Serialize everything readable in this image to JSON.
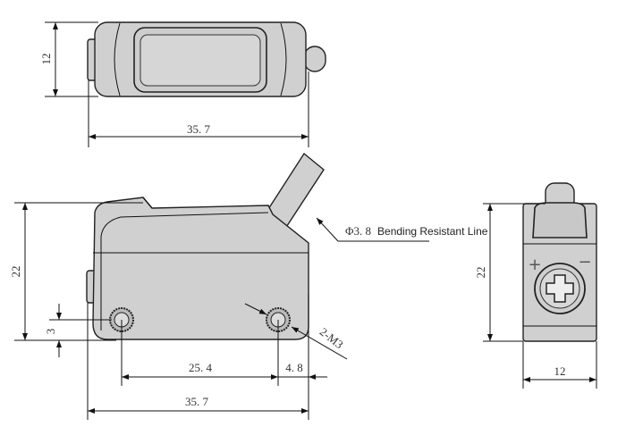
{
  "top_view": {
    "height_dim": "12",
    "length_dim": "35. 7"
  },
  "front_view": {
    "height_dim": "22",
    "hole_offset_dim": "3",
    "hole_spacing_dim": "25. 4",
    "edge_dim": "4. 8",
    "length_dim": "35. 7",
    "cable_label_prefix": "Φ3. 8",
    "cable_label": "Bending Resistant Line",
    "mount_label": "2-M3"
  },
  "side_view": {
    "height_dim": "22",
    "width_dim": "12",
    "plus": "+",
    "minus": "−"
  },
  "colors": {
    "body": "#d0d0d0",
    "line": "#111111"
  }
}
